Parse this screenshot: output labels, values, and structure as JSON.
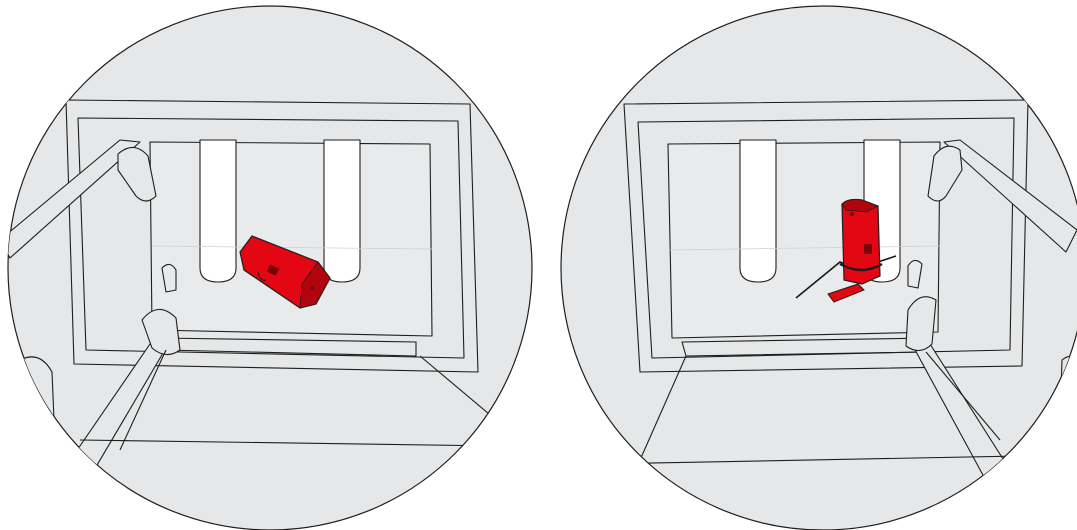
{
  "colors": {
    "background": "#ffffff",
    "panel_fill": "#e6e7e8",
    "panel_stroke": "#1e1e1e",
    "device": "#e30613",
    "device_dark": "#b0040f",
    "tube": "#ffffff",
    "cable_tie": "#1a1a1a"
  },
  "panels": [
    {
      "id": "left",
      "caption": "",
      "device_orientation": "horizontal",
      "mount": "placed-on-shelf"
    },
    {
      "id": "right",
      "caption": "",
      "device_orientation": "vertical",
      "mount": "cable-tied-to-tube"
    }
  ],
  "icons": [
    "magnifier-circle",
    "rack-frame",
    "tube",
    "sensor-device",
    "cable-tie"
  ]
}
